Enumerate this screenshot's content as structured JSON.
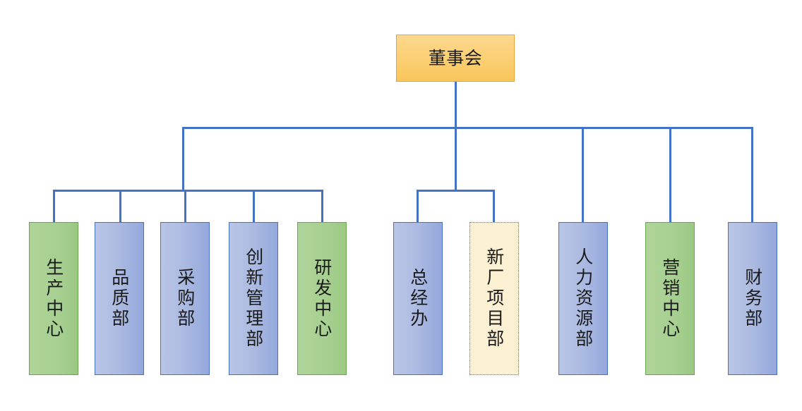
{
  "diagram": {
    "type": "org-chart",
    "title": "",
    "orientation": "top-down",
    "background": "#ffffff",
    "colors": {
      "connector": "#4472C4",
      "root_fill": "#FBCF72",
      "root_border": "#E8A33D",
      "blue_fill": "#AEBCE2",
      "blue_border": "#4472C4",
      "green_fill": "#A8D092",
      "green_border": "#6AA84F",
      "cream_fill": "#FDF1D4",
      "cream_border": "#4472C4",
      "text": "#1a1a1a"
    },
    "root": {
      "label": "董事会",
      "style": "root-orange",
      "orientation": "horizontal"
    },
    "groups": [
      {
        "name": "operations-group",
        "nodes": [
          {
            "label": "生产中心",
            "style": "green",
            "border": "solid"
          },
          {
            "label": "品质部",
            "style": "blue",
            "border": "solid"
          },
          {
            "label": "采购部",
            "style": "blue",
            "border": "solid"
          },
          {
            "label": "创新管理部",
            "style": "blue",
            "border": "solid"
          },
          {
            "label": "研发中心",
            "style": "green",
            "border": "solid"
          }
        ]
      },
      {
        "name": "management-group",
        "nodes": [
          {
            "label": "总经办",
            "style": "blue",
            "border": "solid"
          },
          {
            "label": "新厂项目部",
            "style": "cream",
            "border": "dotted"
          }
        ]
      },
      {
        "name": "support-group",
        "nodes": [
          {
            "label": "人力资源部",
            "style": "blue",
            "border": "solid"
          },
          {
            "label": "营销中心",
            "style": "green",
            "border": "solid"
          },
          {
            "label": "财务部",
            "style": "blue",
            "border": "solid"
          }
        ]
      }
    ]
  }
}
